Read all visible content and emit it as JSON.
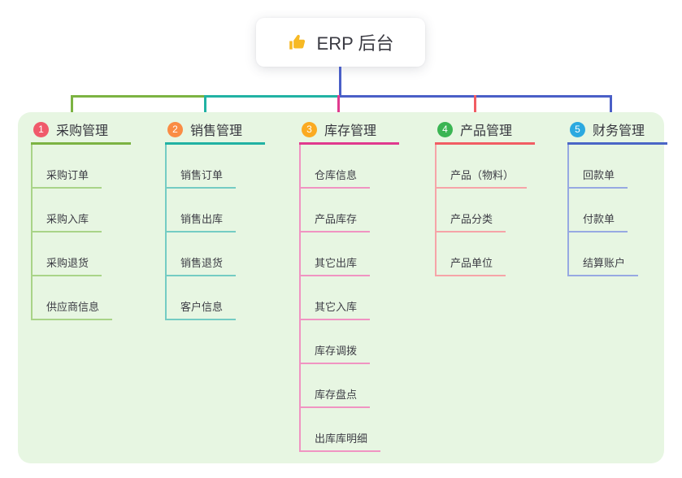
{
  "root": {
    "label": "ERP 后台",
    "icon": "thumbs-up-icon"
  },
  "connector_color": "#4a5fc7",
  "panel_bg": "#e7f6e2",
  "branches": [
    {
      "num": "1",
      "label": "采购管理",
      "color": "#7cb342",
      "light_color": "#a9d488",
      "badge_color": "#f05a6b",
      "children": [
        "采购订单",
        "采购入库",
        "采购退货",
        "供应商信息"
      ]
    },
    {
      "num": "2",
      "label": "销售管理",
      "color": "#21b2a3",
      "light_color": "#74ccc3",
      "badge_color": "#fa8c44",
      "children": [
        "销售订单",
        "销售出库",
        "销售退货",
        "客户信息"
      ]
    },
    {
      "num": "3",
      "label": "库存管理",
      "color": "#e03a8e",
      "light_color": "#f094c2",
      "badge_color": "#fbaa21",
      "children": [
        "仓库信息",
        "产品库存",
        "其它出库",
        "其它入库",
        "库存调拨",
        "库存盘点",
        "出库库明细"
      ]
    },
    {
      "num": "4",
      "label": "产品管理",
      "color": "#f15d63",
      "light_color": "#f6a4a8",
      "badge_color": "#3bb553",
      "children": [
        "产品（物料）",
        "产品分类",
        "产品单位"
      ]
    },
    {
      "num": "5",
      "label": "财务管理",
      "color": "#4a66c6",
      "light_color": "#97a9e2",
      "badge_color": "#2ba9e0",
      "children": [
        "回款单",
        "付款单",
        "结算账户"
      ]
    }
  ]
}
